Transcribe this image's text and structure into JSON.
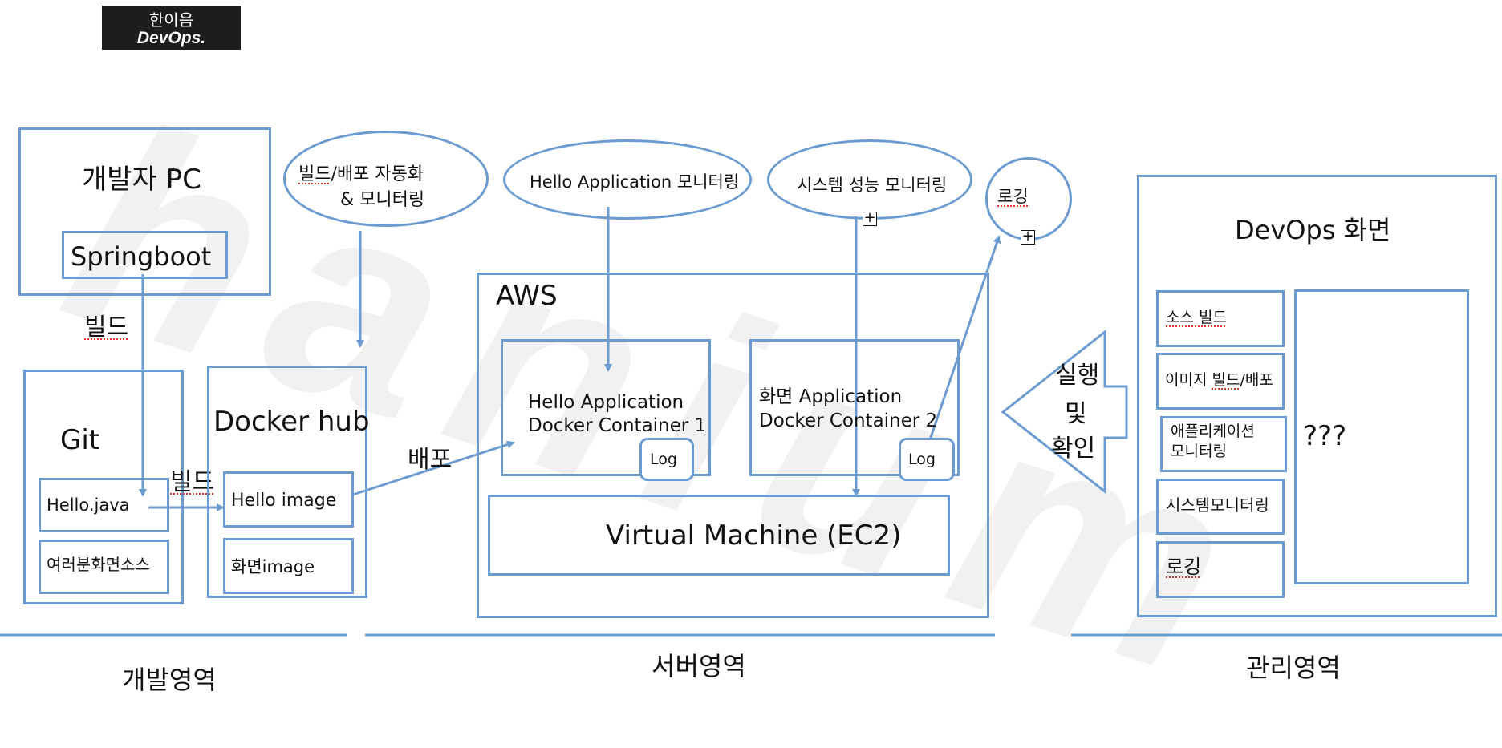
{
  "logo": {
    "line1": "한이음",
    "line2": "DevOps."
  },
  "watermark": "hanium",
  "dev_area": {
    "pc_title": "개발자 PC",
    "springboot": "Springboot",
    "build_label_1": "빌드",
    "git_title": "Git",
    "hello_java": "Hello.java",
    "multi_screen_src": "여러분화면소스",
    "build_label_2": "빌드",
    "dockerhub_title": "Docker hub",
    "hello_image": "Hello image",
    "screen_image": "화면image",
    "area_label": "개발영역"
  },
  "ellipses": {
    "build_deploy_line1": "빌드/배포 자동화",
    "build_deploy_line2": "&  모니터링",
    "hello_monitor": "Hello Application 모니터링",
    "sys_monitor": "시스템 성능 모니터링",
    "logging": "로깅"
  },
  "server_area": {
    "deploy_label": "배포",
    "aws_title": "AWS",
    "container1_line1": "Hello Application",
    "container1_line2": "Docker Container 1",
    "container2_line1": "화면 Application",
    "container2_line2": "Docker Container 2",
    "log1": "Log",
    "log2": "Log",
    "vm_title": "Virtual Machine (EC2)",
    "area_label": "서버영역"
  },
  "arrow_exec": {
    "line1": "실행",
    "line2": "및",
    "line3": "확인"
  },
  "mgmt_area": {
    "title": "DevOps 화면",
    "items": [
      "소스 빌드",
      "이미지 빌드/배포",
      "애플리케이션\n모니터링",
      "시스템모니터링",
      "로깅"
    ],
    "item3_line1": "애플리케이션",
    "item3_line2": "모니터링",
    "placeholder": "???",
    "area_label": "관리영역"
  },
  "colors": {
    "line": "#6b9bd0",
    "text": "#111111",
    "logo_bg": "#1d1d1d"
  }
}
